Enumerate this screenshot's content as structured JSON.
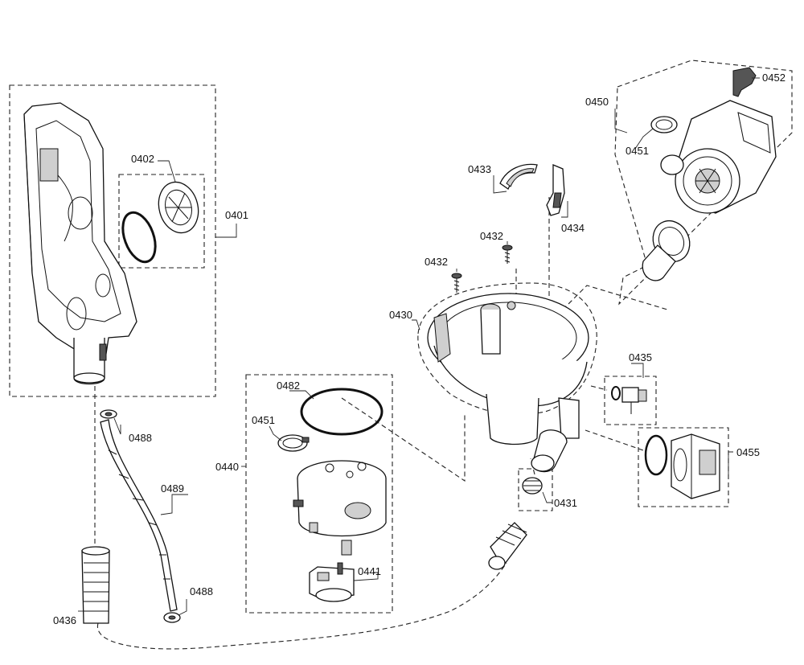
{
  "diagram": {
    "labels": {
      "p0401": "0401",
      "p0402": "0402",
      "p0430": "0430",
      "p0431": "0431",
      "p0432a": "0432",
      "p0432b": "0432",
      "p0433": "0433",
      "p0434": "0434",
      "p0435": "0435",
      "p0436": "0436",
      "p0440": "0440",
      "p0441": "0441",
      "p0450": "0450",
      "p0451a": "0451",
      "p0451b": "0451",
      "p0452": "0452",
      "p0455": "0455",
      "p0482": "0482",
      "p0488a": "0488",
      "p0488b": "0488",
      "p0489": "0489"
    }
  }
}
